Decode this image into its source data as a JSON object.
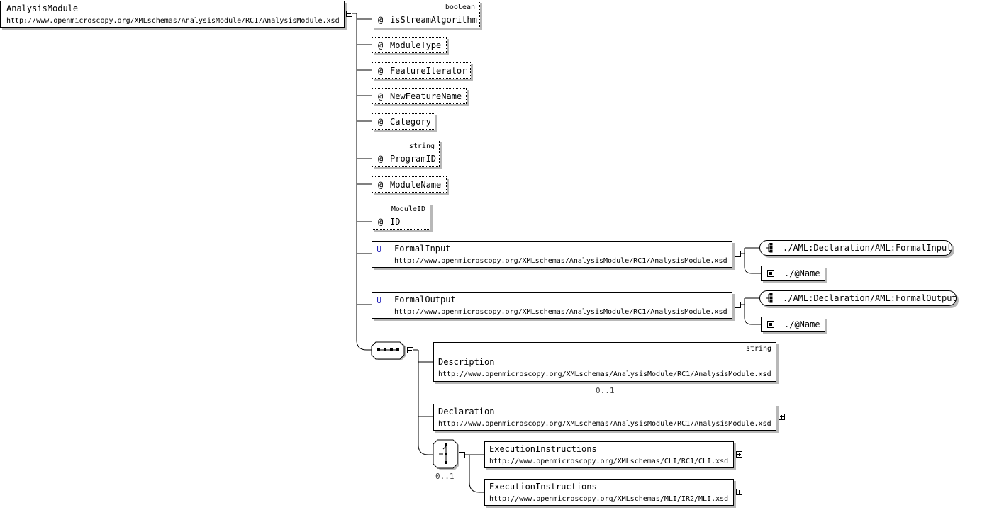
{
  "root": {
    "name": "AnalysisModule",
    "namespace": "http://www.openmicroscopy.org/XMLschemas/AnalysisModule/RC1/AnalysisModule.xsd"
  },
  "attributes": [
    {
      "marker": "@",
      "name": "isStreamAlgorithm",
      "type": "boolean"
    },
    {
      "marker": "@",
      "name": "ModuleType",
      "type": ""
    },
    {
      "marker": "@",
      "name": "FeatureIterator",
      "type": ""
    },
    {
      "marker": "@",
      "name": "NewFeatureName",
      "type": ""
    },
    {
      "marker": "@",
      "name": "Category",
      "type": ""
    },
    {
      "marker": "@",
      "name": "ProgramID",
      "type": "string"
    },
    {
      "marker": "@",
      "name": "ModuleName",
      "type": ""
    },
    {
      "marker": "@",
      "name": "ID",
      "type": "ModuleID"
    }
  ],
  "unique_constraints": [
    {
      "marker": "U",
      "name": "FormalInput",
      "namespace": "http://www.openmicroscopy.org/XMLschemas/AnalysisModule/RC1/AnalysisModule.xsd",
      "selector": "./AML:Declaration/AML:FormalInput",
      "field": "./@Name"
    },
    {
      "marker": "U",
      "name": "FormalOutput",
      "namespace": "http://www.openmicroscopy.org/XMLschemas/AnalysisModule/RC1/AnalysisModule.xsd",
      "selector": "./AML:Declaration/AML:FormalOutput",
      "field": "./@Name"
    }
  ],
  "sequence": {
    "description": {
      "name": "Description",
      "type": "string",
      "namespace": "http://www.openmicroscopy.org/XMLschemas/AnalysisModule/RC1/AnalysisModule.xsd",
      "cardinality": "0..1"
    },
    "declaration": {
      "name": "Declaration",
      "namespace": "http://www.openmicroscopy.org/XMLschemas/AnalysisModule/RC1/AnalysisModule.xsd"
    },
    "choice": {
      "cardinality": "0..1",
      "items": [
        {
          "name": "ExecutionInstructions",
          "namespace": "http://www.openmicroscopy.org/XMLschemas/CLI/RC1/CLI.xsd"
        },
        {
          "name": "ExecutionInstructions",
          "namespace": "http://www.openmicroscopy.org/XMLschemas/MLI/IR2/MLI.xsd"
        }
      ]
    }
  }
}
